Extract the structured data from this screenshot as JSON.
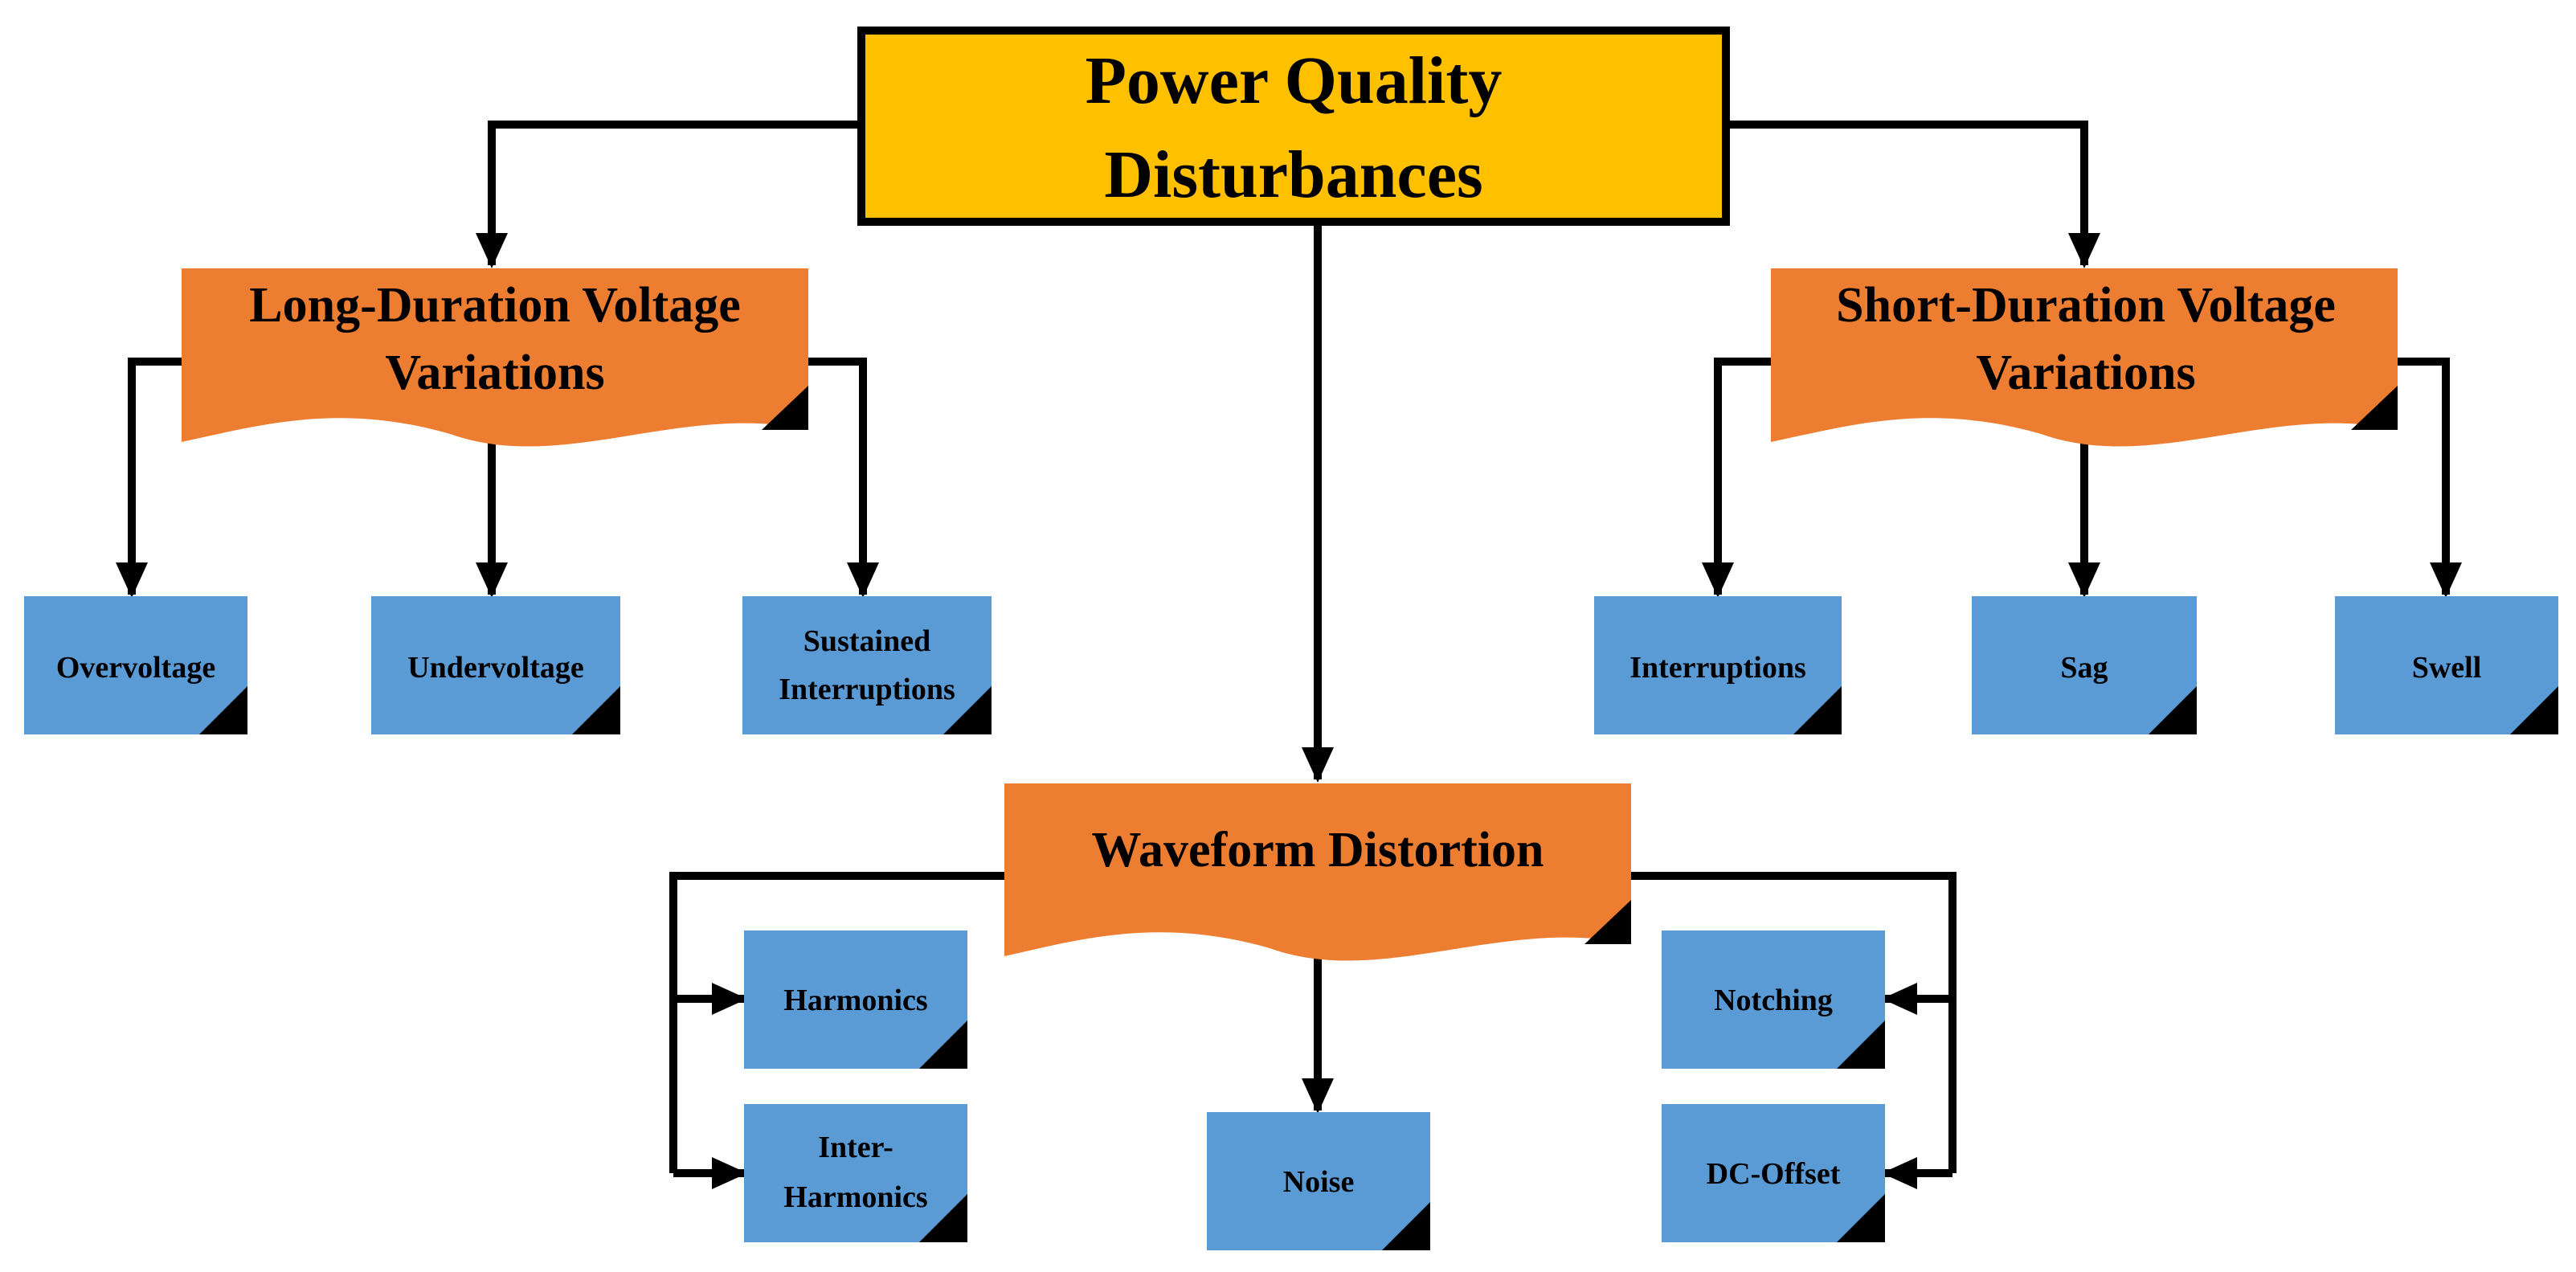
{
  "root": {
    "line1": "Power Quality",
    "line2": "Disturbances"
  },
  "categories": {
    "long_duration": {
      "line1": "Long-Duration Voltage",
      "line2": "Variations",
      "items": [
        "Overvoltage",
        "Undervoltage",
        [
          "Sustained",
          "Interruptions"
        ]
      ]
    },
    "short_duration": {
      "line1": "Short-Duration Voltage",
      "line2": "Variations",
      "items": [
        "Interruptions",
        "Sag",
        "Swell"
      ]
    },
    "waveform": {
      "label": "Waveform Distortion",
      "left_items": [
        "Harmonics",
        [
          "Inter-",
          "Harmonics"
        ]
      ],
      "center_item": "Noise",
      "right_items": [
        "Notching",
        "DC-Offset"
      ]
    }
  },
  "colors": {
    "root_fill": "#FFC000",
    "category_fill": "#ED7D31",
    "leaf_fill": "#5B9BD5",
    "line": "#000000"
  }
}
